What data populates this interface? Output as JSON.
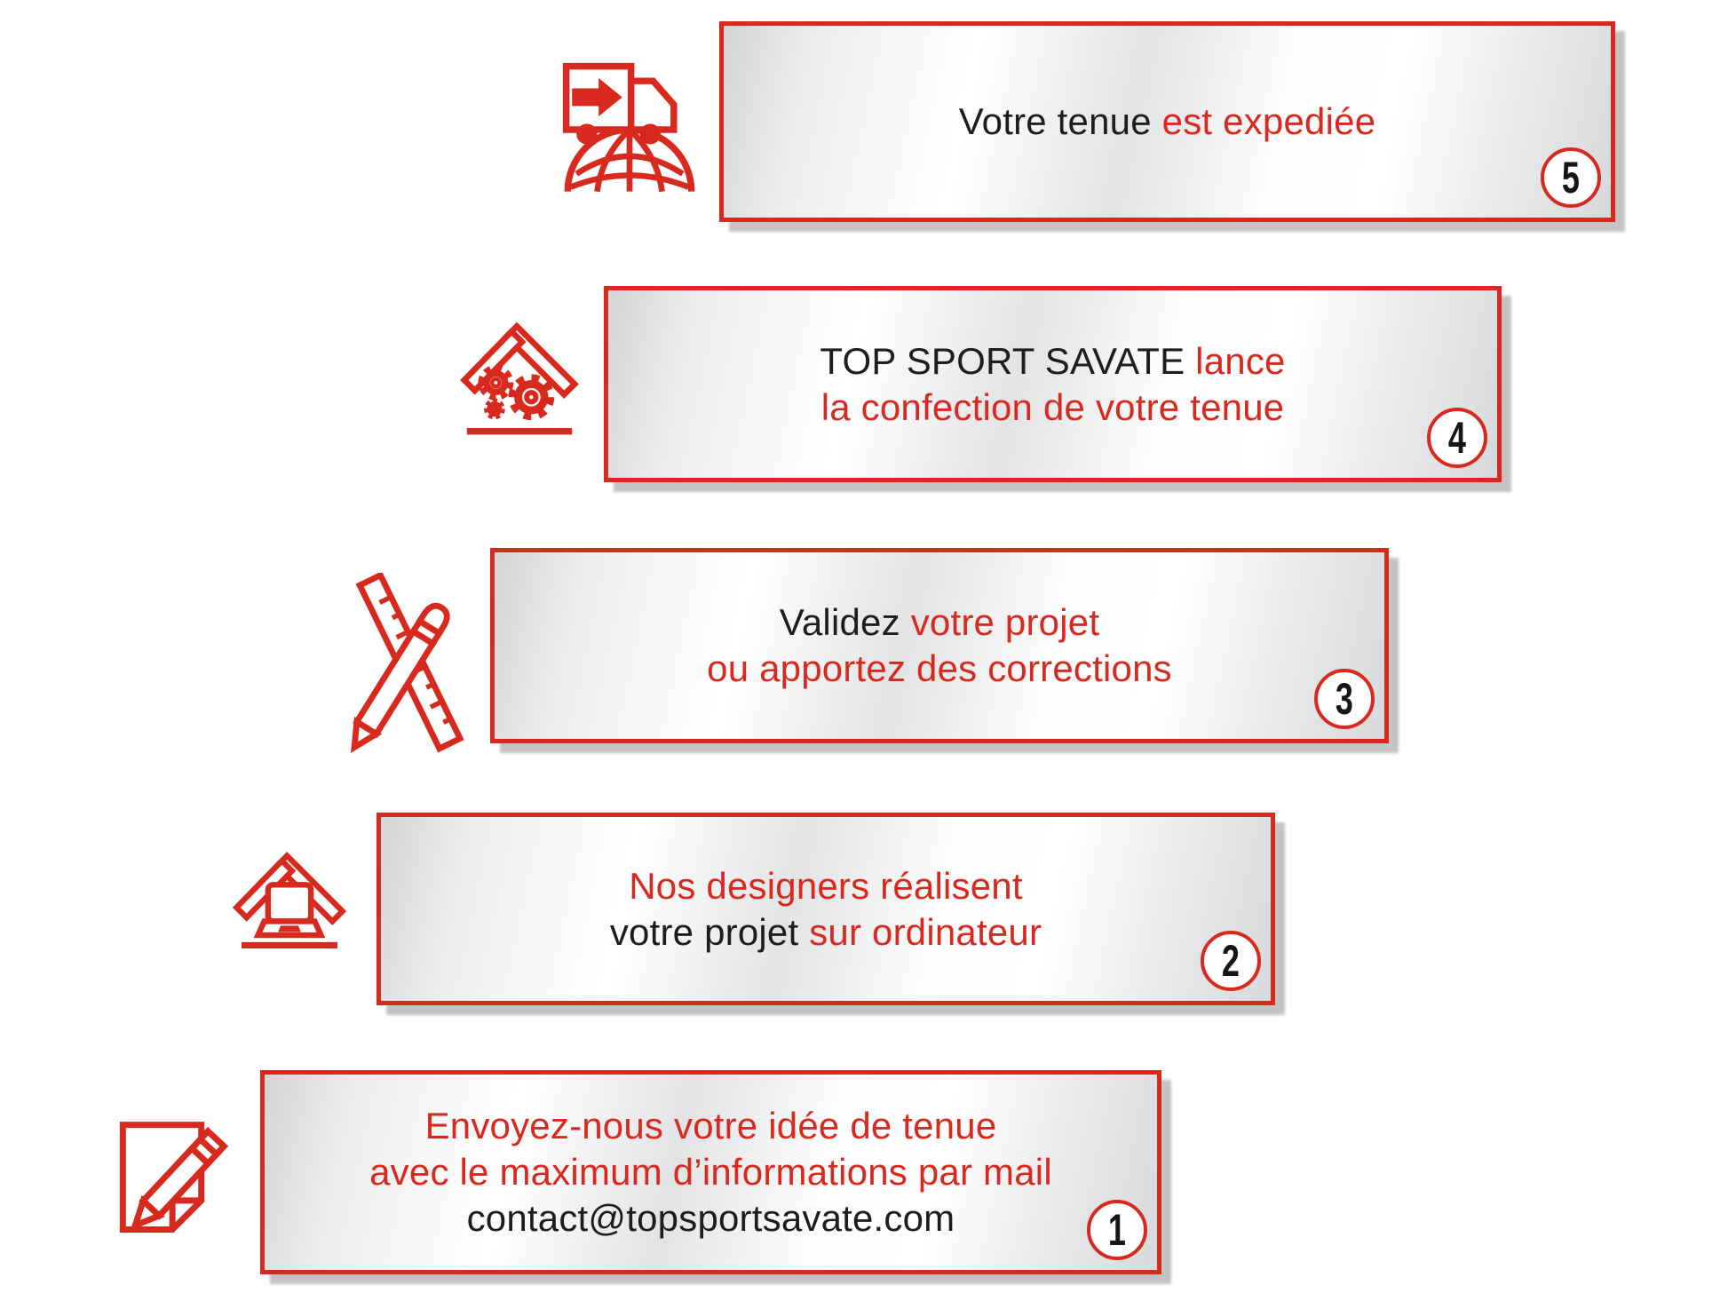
{
  "palette": {
    "accent_red": "#d7291e",
    "text_black": "#1d1d1b",
    "panel_gradient_light": "#ffffff",
    "panel_gradient_dark": "#d3d4d6",
    "panel_shadow": "#c3c3c3",
    "circle_fill": "#ffffff"
  },
  "steps": [
    {
      "number": "1",
      "icon": "note-pencil-icon",
      "lines": [
        {
          "segments": [
            {
              "text": "Envoyez-nous votre idée de tenue",
              "color": "red"
            }
          ]
        },
        {
          "segments": [
            {
              "text": "avec le maximum d’informations par mail",
              "color": "red"
            }
          ]
        },
        {
          "segments": [
            {
              "text": "contact@topsportsavate.com",
              "color": "black"
            }
          ]
        }
      ]
    },
    {
      "number": "2",
      "icon": "roof-laptop-icon",
      "lines": [
        {
          "segments": [
            {
              "text": "Nos designers réalisent",
              "color": "red"
            }
          ]
        },
        {
          "segments": [
            {
              "text": "votre projet ",
              "color": "black"
            },
            {
              "text": "sur ordinateur",
              "color": "red"
            }
          ]
        }
      ]
    },
    {
      "number": "3",
      "icon": "ruler-pencil-icon",
      "lines": [
        {
          "segments": [
            {
              "text": "Validez ",
              "color": "black"
            },
            {
              "text": "votre projet",
              "color": "red"
            }
          ]
        },
        {
          "segments": [
            {
              "text": "ou apportez des corrections",
              "color": "red"
            }
          ]
        }
      ]
    },
    {
      "number": "4",
      "icon": "roof-gears-icon",
      "lines": [
        {
          "segments": [
            {
              "text": "TOP SPORT SAVATE ",
              "color": "black"
            },
            {
              "text": "lance",
              "color": "red"
            }
          ]
        },
        {
          "segments": [
            {
              "text": "la confection de votre tenue",
              "color": "red"
            }
          ]
        }
      ]
    },
    {
      "number": "5",
      "icon": "truck-globe-icon",
      "lines": [
        {
          "segments": [
            {
              "text": "Votre tenue ",
              "color": "black"
            },
            {
              "text": "est expediée",
              "color": "red"
            }
          ]
        }
      ]
    }
  ]
}
